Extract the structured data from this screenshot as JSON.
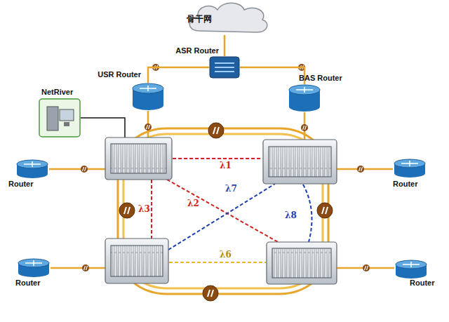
{
  "diagram": {
    "nodes": [
      {
        "text": [
          "骨干网"
        ]
      },
      {
        "text": [
          "ASR Router"
        ]
      },
      {
        "text": [
          "USR Router"
        ]
      },
      {
        "text": [
          "BAS Router"
        ]
      },
      {
        "text": [
          "NetRiver"
        ]
      },
      {
        "text": [
          "Router"
        ]
      },
      {
        "text": [
          "Router"
        ]
      },
      {
        "text": [
          "Router"
        ]
      },
      {
        "text": [
          "Router"
        ]
      }
    ],
    "edges": [
      {
        "from": 0,
        "to": 1,
        "arrow": "none"
      },
      {
        "from": 1,
        "to": 2,
        "arrow": "none"
      },
      {
        "from": 1,
        "to": 3,
        "arrow": "none"
      }
    ],
    "labels": [
      "λ1",
      "λ2",
      "λ3",
      "λ6",
      "λ7",
      "λ8"
    ]
  }
}
